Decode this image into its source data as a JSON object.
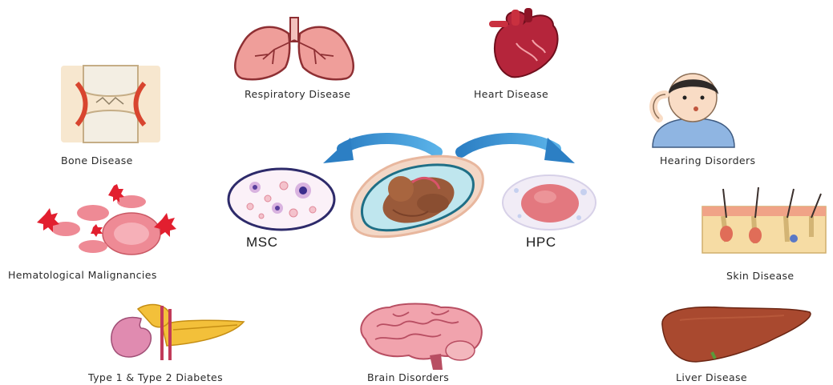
{
  "center": {
    "left_label": "MSC",
    "right_label": "HPC"
  },
  "diseases": {
    "respiratory": "Respiratory Disease",
    "heart": "Heart Disease",
    "bone": "Bone Disease",
    "hearing": "Hearing Disorders",
    "hematological": "Hematological Malignancies",
    "skin": "Skin Disease",
    "diabetes": "Type 1 & Type 2 Diabetes",
    "brain": "Brain Disorders",
    "liver": "Liver Disease"
  },
  "icons": {
    "lungs": "lungs-icon",
    "heart": "heart-icon",
    "bone": "bone-joint-icon",
    "hearing": "hearing-person-icon",
    "blood": "blood-cells-icon",
    "skin": "skin-section-icon",
    "pancreas": "pancreas-kidney-icon",
    "brain": "brain-icon",
    "liver": "liver-icon",
    "fetus": "fetus-umbilical-cord-icon",
    "msc_cells": "msc-cells-icon",
    "hpc_cell": "hpc-cell-icon"
  },
  "colors": {
    "arrow": "#2f86c9",
    "lungs": "#e99a96",
    "heart": "#b2233a",
    "liver": "#a9492f",
    "brain": "#f1a3ad",
    "blood": "#ee8a95"
  }
}
